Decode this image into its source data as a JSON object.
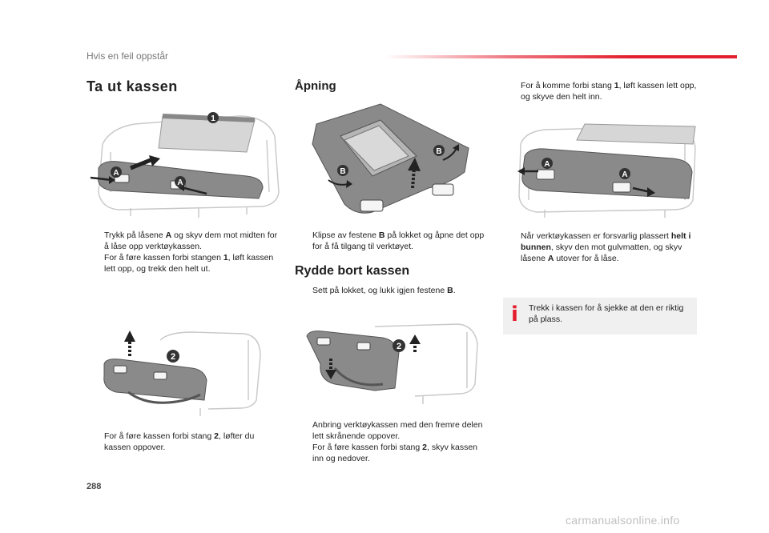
{
  "header": {
    "section": "Hvis en feil oppstår"
  },
  "page_number": "288",
  "watermark": "carmanualsonline.info",
  "col1": {
    "title": "Ta ut kassen",
    "bullets_a": [
      {
        "marker": "",
        "parts": [
          "Trykk på låsene ",
          "A",
          " og skyv dem mot midten for å låse opp verktøykassen."
        ]
      },
      {
        "marker": "",
        "parts": [
          "For å føre kassen forbi stangen ",
          "1",
          ", løft kassen lett opp, og trekk den helt ut."
        ]
      }
    ],
    "bullets_b": [
      {
        "marker": "",
        "parts": [
          "For å føre kassen forbi stang ",
          "2",
          ", løfter du kassen oppover."
        ]
      }
    ],
    "labels": {
      "a1": "A",
      "a2": "A",
      "n1": "1",
      "n2": "2"
    }
  },
  "col2": {
    "title": "Åpning",
    "bullets_a": [
      {
        "marker": "",
        "parts": [
          "Klipse av festene ",
          "B",
          " på lokket og åpne det opp for å få tilgang til verktøyet."
        ]
      }
    ],
    "title2": "Rydde bort kassen",
    "bullets_b": [
      {
        "marker": "",
        "parts": [
          "Sett på lokket, og lukk igjen festene ",
          "B",
          "."
        ]
      }
    ],
    "bullets_c": [
      {
        "marker": "",
        "parts": [
          "Anbring verktøykassen med den fremre delen lett skrånende oppover."
        ]
      },
      {
        "marker": "",
        "parts": [
          "For å føre kassen forbi stang ",
          "2",
          ", skyv kassen inn og nedover."
        ]
      }
    ],
    "labels": {
      "b1": "B",
      "b2": "B",
      "n2": "2"
    }
  },
  "col3": {
    "bullets_a": [
      {
        "marker": "",
        "parts": [
          "For å komme forbi stang ",
          "1",
          ", løft kassen lett opp, og skyve den helt inn."
        ]
      }
    ],
    "bullets_b": [
      {
        "marker": "",
        "parts": [
          "Når verktøykassen er forsvarlig plassert ",
          "helt i bunnen",
          ", skyv den mot gulvmatten, og skyv låsene ",
          "A",
          " utover for å låse."
        ]
      }
    ],
    "info": {
      "icon": "i",
      "text": "Trekk i kassen for å sjekke at den er riktig på plass."
    },
    "labels": {
      "a1": "A",
      "a2": "A"
    }
  }
}
